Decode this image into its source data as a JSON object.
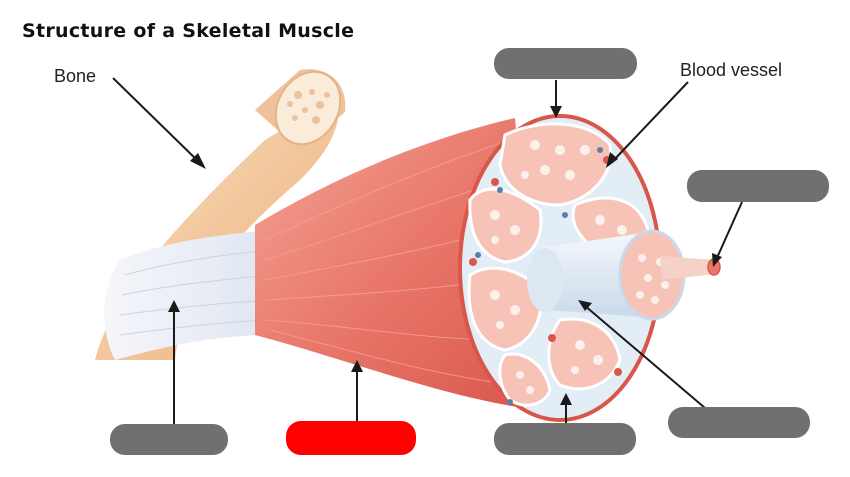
{
  "title": "Structure of a Skeletal Muscle",
  "labels": {
    "bone": "Bone",
    "blood_vessel": "Blood vessel"
  },
  "blanks": [
    {
      "id": "top",
      "highlighted": false
    },
    {
      "id": "right-upper",
      "highlighted": false
    },
    {
      "id": "right-lower",
      "highlighted": false
    },
    {
      "id": "bottom-left",
      "highlighted": false
    },
    {
      "id": "bottom-middle",
      "highlighted": true
    },
    {
      "id": "bottom-right",
      "highlighted": false
    }
  ],
  "colors": {
    "blank": "#707070",
    "blank_highlight": "#ff0000",
    "muscle": "#e8776a",
    "bone": "#f3c9a0",
    "fascicle": "#f7c3b6",
    "connective": "#e9f1f7"
  }
}
